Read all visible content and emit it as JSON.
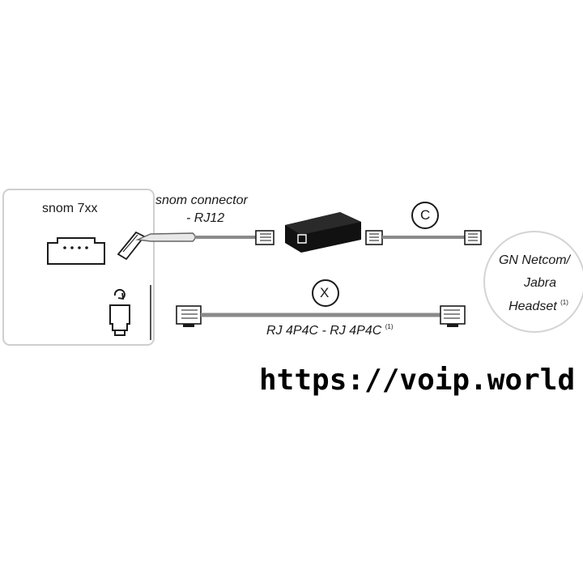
{
  "phone": {
    "label": "snom 7xx"
  },
  "snom_connector": {
    "line1": "snom connector",
    "line2": "- RJ12"
  },
  "cable_c": {
    "label": "C"
  },
  "cable_x": {
    "label": "X"
  },
  "rj_cable": {
    "label": "RJ 4P4C - RJ 4P4C",
    "note": "(1)"
  },
  "headset": {
    "line1": "GN Netcom/",
    "line2": "Jabra",
    "line3": "Headset",
    "note": "(1)"
  },
  "footer": {
    "url": "https://voip.world"
  },
  "colors": {
    "ink": "#1a1a1a",
    "cable": "#8a8a8a",
    "adapter": "#111111",
    "panel_border": "#c8c8c8"
  }
}
